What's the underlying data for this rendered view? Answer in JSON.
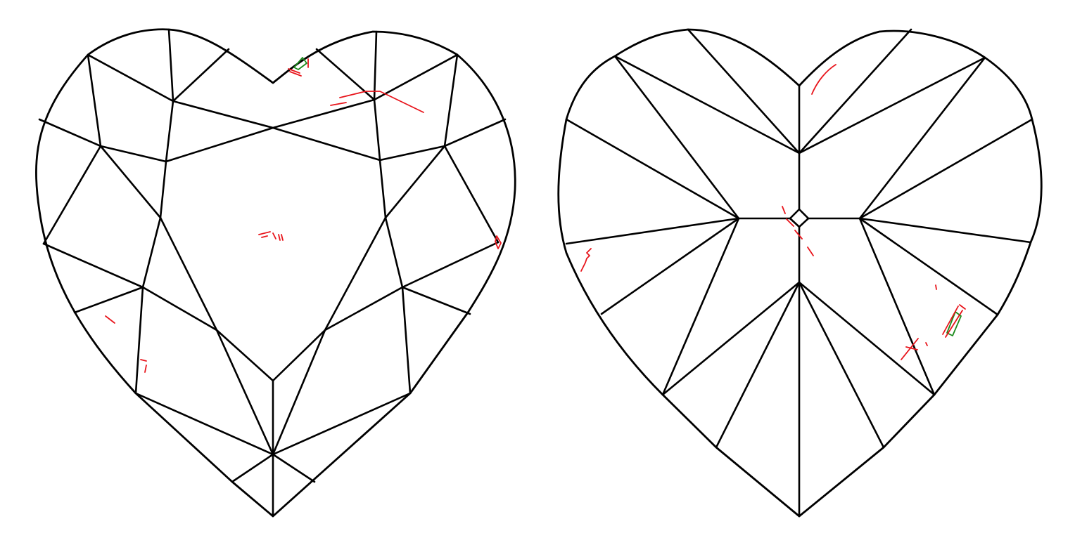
{
  "views": [
    {
      "id": "crown",
      "shape": "heart"
    },
    {
      "id": "pavilion",
      "shape": "heart"
    }
  ],
  "colors": {
    "facet_lines": "#000000",
    "inclusion_primary": "#e8141b",
    "inclusion_secondary": "#1a8a1a",
    "background": "#ffffff"
  }
}
